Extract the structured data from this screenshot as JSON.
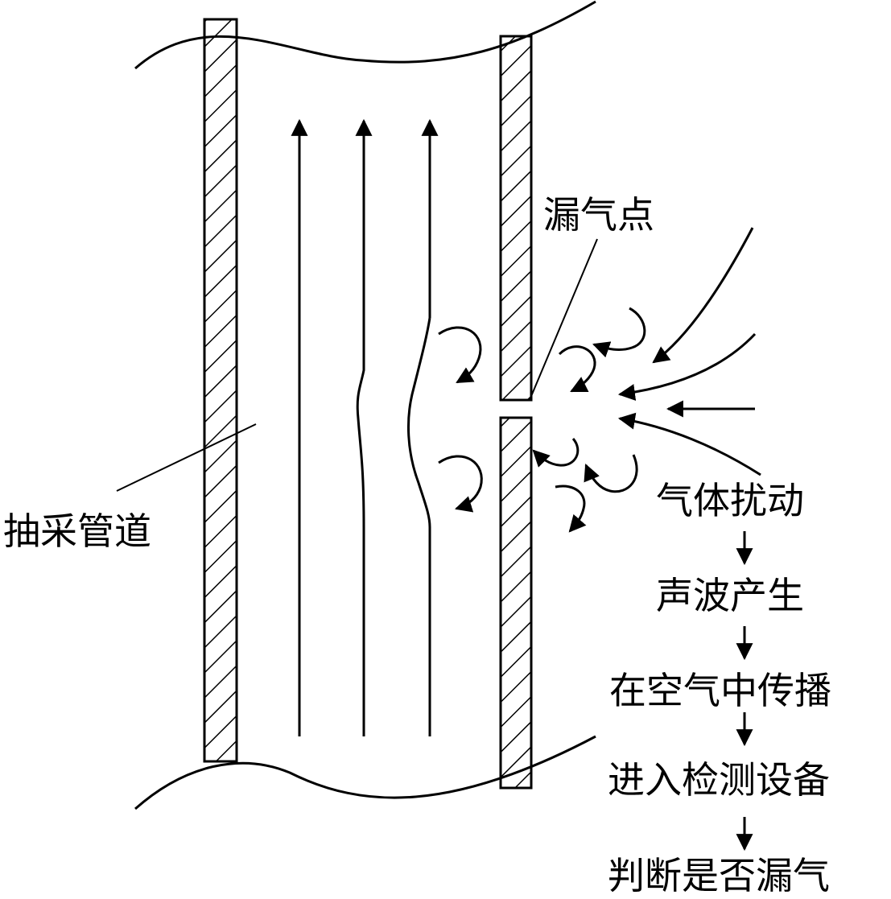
{
  "labels": {
    "leak_point": "漏气点",
    "pipe": "抽采管道"
  },
  "process_steps": [
    "气体扰动",
    "声波产生",
    "在空气中传播",
    "进入检测设备",
    "判断是否漏气"
  ],
  "colors": {
    "line": "#000000",
    "background": "#ffffff"
  }
}
